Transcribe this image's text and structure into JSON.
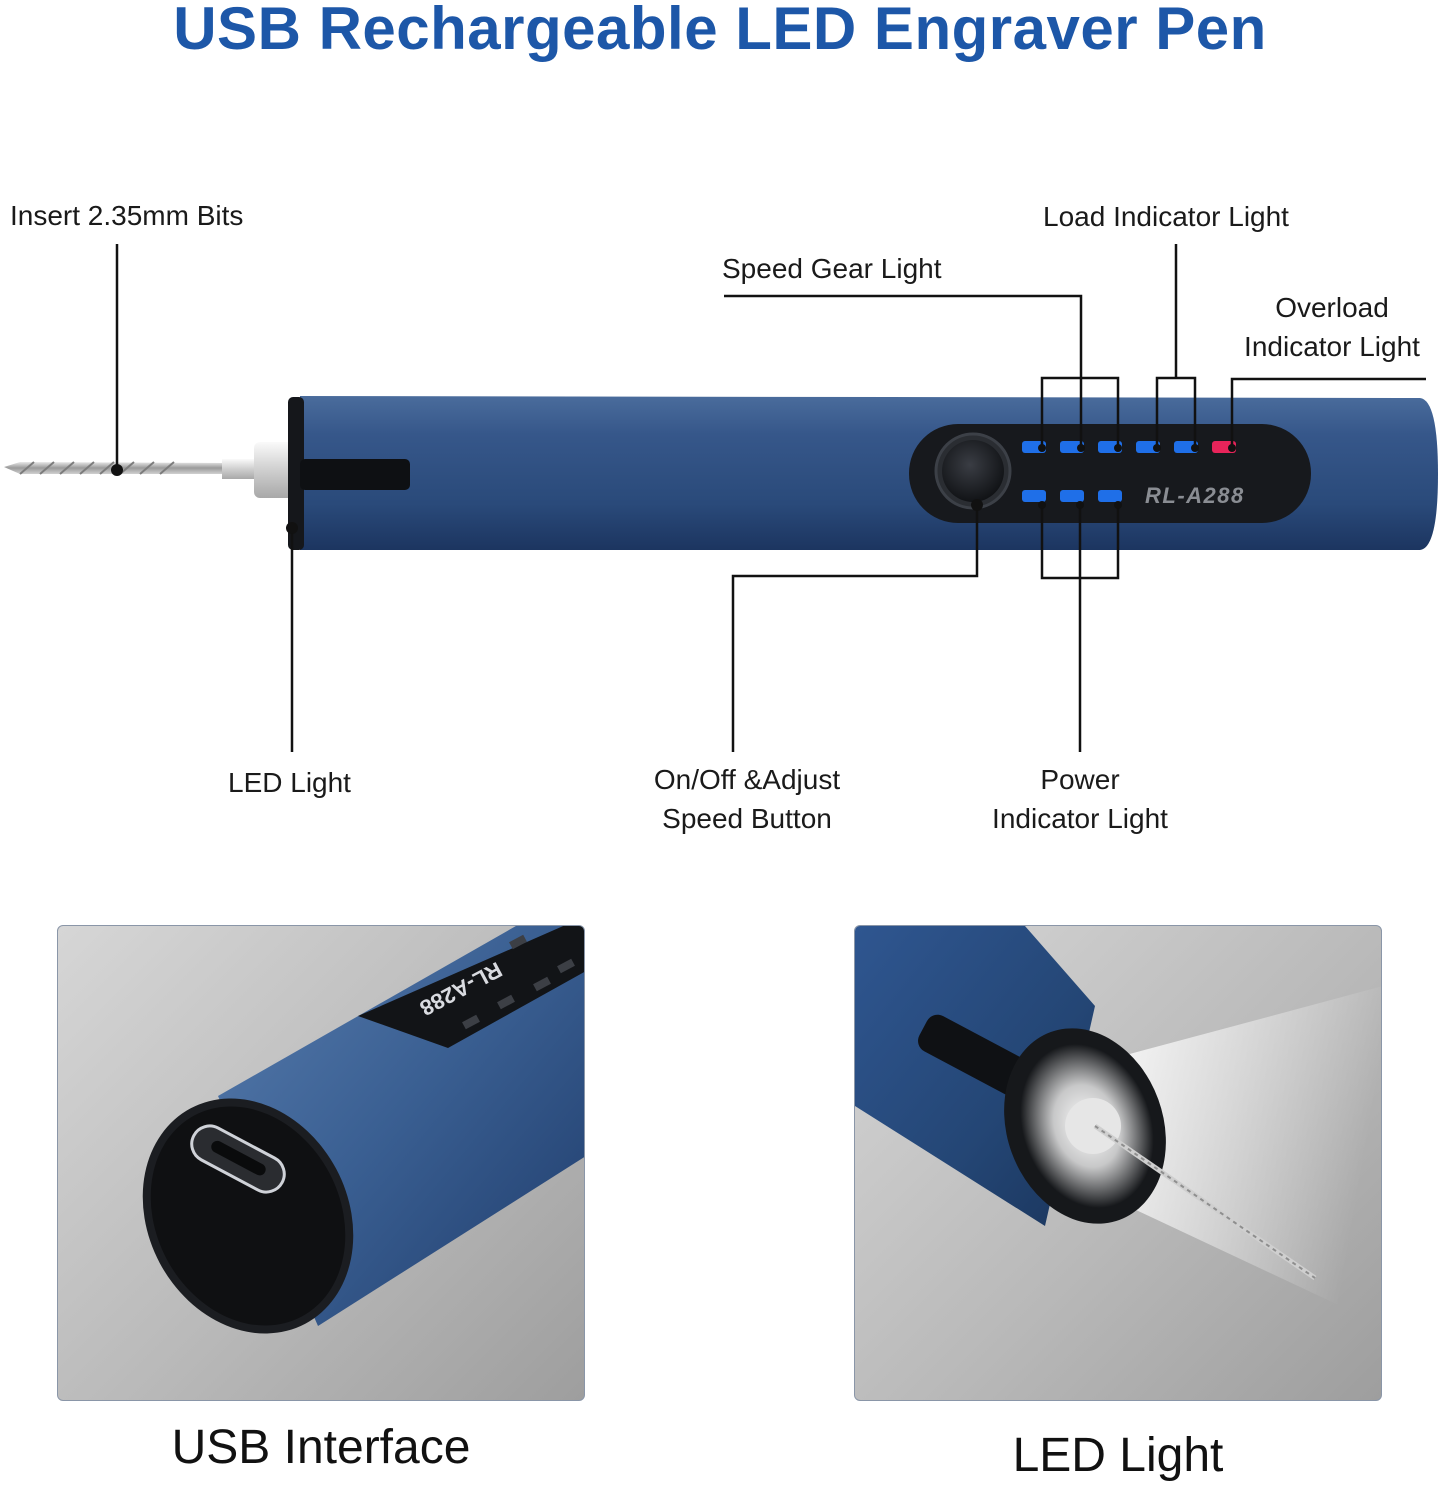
{
  "title": "USB Rechargeable LED Engraver Pen",
  "model": "RL-A288",
  "labels": {
    "insert_bits": "Insert 2.35mm Bits",
    "load_indicator": "Load Indicator Light",
    "speed_gear": "Speed Gear Light",
    "overload_line1": "Overload",
    "overload_line2": "Indicator Light",
    "led_light": "LED Light",
    "onoff_line1": "On/Off &Adjust",
    "onoff_line2": "Speed Button",
    "power_line1": "Power",
    "power_line2": "Indicator Light"
  },
  "panels": {
    "usb_caption": "USB Interface",
    "led_caption": "LED Light"
  },
  "colors": {
    "title": "#1d57a8",
    "pen_body": "#2f4f7e",
    "indicator_blue": "#1f6fe8",
    "indicator_red": "#e8245a",
    "panel_black": "#17191d"
  }
}
